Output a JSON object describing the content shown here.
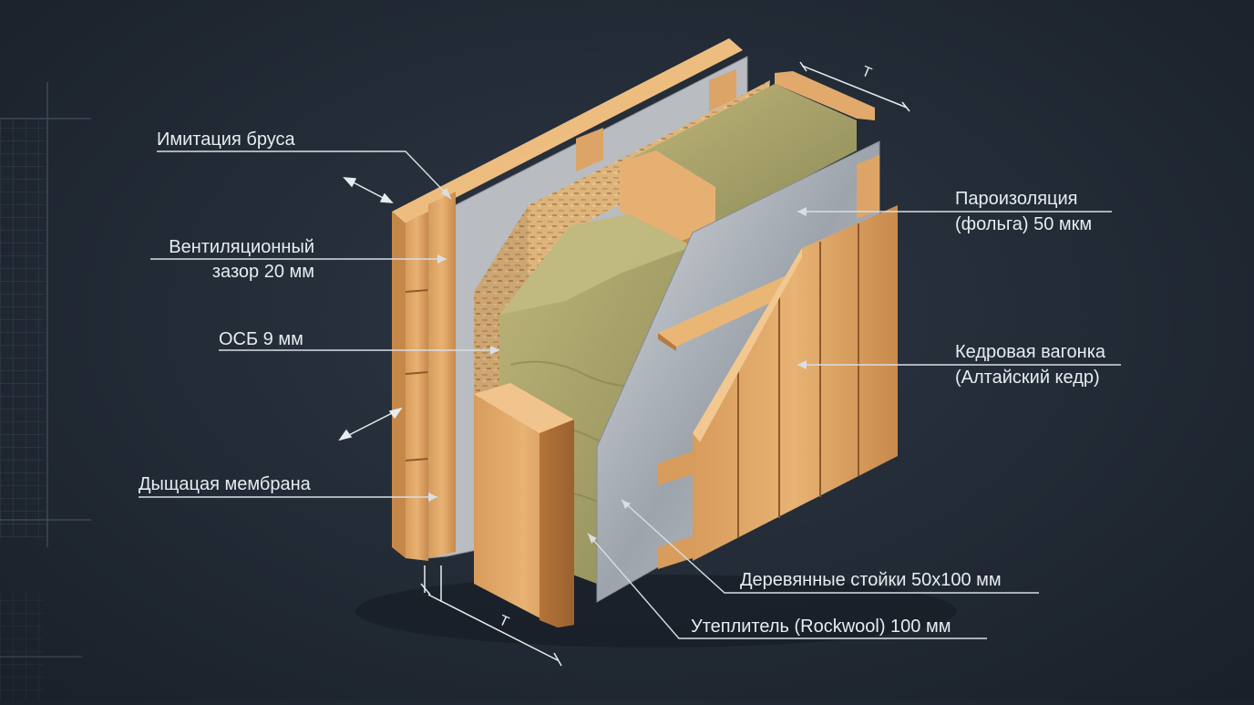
{
  "labels": {
    "imitation_timber": "Имитация бруса",
    "vent_gap_line1": "Вентиляционный",
    "vent_gap_line2": "зазор 20 мм",
    "osb": "ОСБ 9 мм",
    "membrane": "Дыщацая мембрана",
    "vapor_line1": "Пароизоляция",
    "vapor_line2": "(фольга) 50 мкм",
    "cedar_line1": "Кедровая вагонка",
    "cedar_line2": "(Алтайский кедр)",
    "studs": "Деревянные стойки 50x100 мм",
    "insulation": "Утеплитель (Rockwool) 100 мм",
    "dim_top": "T",
    "dim_bottom": "T"
  },
  "colors": {
    "background": "#222a35",
    "leader_line": "#d9dee4",
    "wood_light": "#e0a96a",
    "wood_mid": "#c98c4e",
    "wood_dark": "#a96c34",
    "osb": "#d9b27a",
    "wool": "#a9a46a",
    "foil": "#b7bcc3",
    "membrane": "#b9bcc0"
  }
}
